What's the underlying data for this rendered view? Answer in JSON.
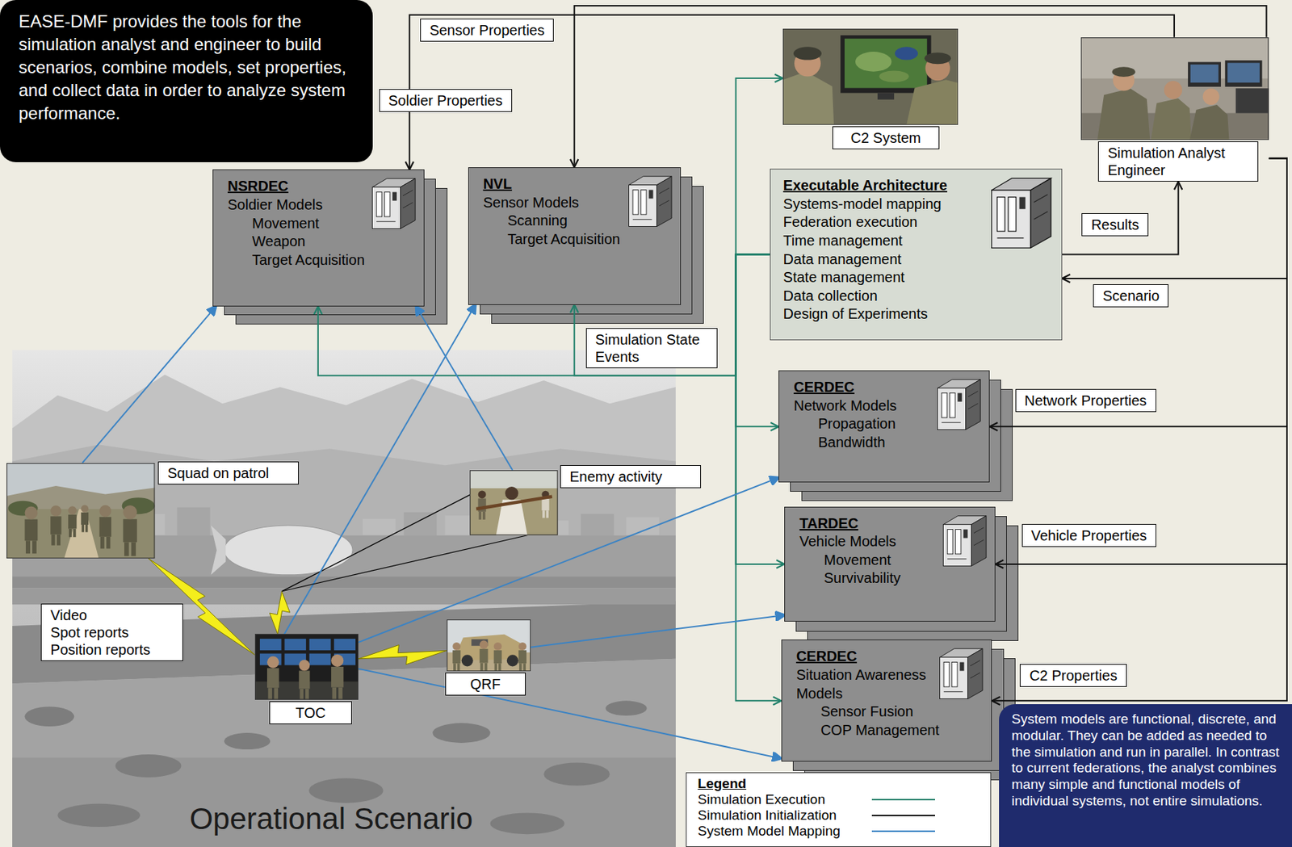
{
  "diagram": {
    "nodes": [
      {
        "text": [
          "EASE-DMF provides the tools for the simulation analyst and engineer to build scenarios, combine models, set properties, and collect data in order to analyze system performance."
        ]
      },
      {
        "text": [
          "NSRDEC",
          "Soldier Models",
          "Movement",
          "Weapon",
          "Target Acquisition"
        ]
      },
      {
        "text": [
          "NVL",
          "Sensor Models",
          "Scanning",
          "Target Acquisition"
        ]
      },
      {
        "text": [
          "C2 System"
        ]
      },
      {
        "text": [
          "Simulation Analyst Engineer"
        ]
      },
      {
        "text": [
          "Executable Architecture",
          "Systems-model mapping",
          "Federation execution",
          "Time management",
          "Data management",
          "State management",
          "Data collection",
          "Design of Experiments"
        ]
      },
      {
        "text": [
          "CERDEC",
          "Network Models",
          "Propagation",
          "Bandwidth"
        ]
      },
      {
        "text": [
          "TARDEC",
          "Vehicle Models",
          "Movement",
          "Survivability"
        ]
      },
      {
        "text": [
          "CERDEC",
          "Situation Awareness Models",
          "Sensor Fusion",
          "COP Management"
        ]
      },
      {
        "text": [
          "Squad on patrol"
        ]
      },
      {
        "text": [
          "Enemy activity"
        ]
      },
      {
        "text": [
          "TOC"
        ]
      },
      {
        "text": [
          "QRF"
        ]
      },
      {
        "text": [
          "System models are functional, discrete, and modular. They can be added as needed to the simulation and run in parallel. In contrast to current federations, the analyst combines many simple and functional models of individual systems, not entire simulations."
        ]
      }
    ],
    "edges": [
      {
        "from": 5,
        "to": 3,
        "arrow": "to"
      },
      {
        "from": 5,
        "to": 1,
        "arrow": "to"
      },
      {
        "from": 5,
        "to": 2,
        "label": "Simulation State Events",
        "arrow": "to"
      },
      {
        "from": 5,
        "to": 6,
        "arrow": "to"
      },
      {
        "from": 5,
        "to": 7,
        "arrow": "to"
      },
      {
        "from": 5,
        "to": 8,
        "arrow": "to"
      },
      {
        "from": 5,
        "to": 4,
        "label": "Results",
        "arrow": "to"
      },
      {
        "from": 4,
        "to": 5,
        "label": "Scenario",
        "arrow": "to"
      },
      {
        "from": 4,
        "to": 1,
        "label": "Soldier Properties",
        "arrow": "to"
      },
      {
        "from": 4,
        "to": 2,
        "label": "Sensor Properties",
        "arrow": "to"
      },
      {
        "from": 4,
        "to": 6,
        "label": "Network Properties",
        "arrow": "to"
      },
      {
        "from": 4,
        "to": 7,
        "label": "Vehicle Properties",
        "arrow": "to"
      },
      {
        "from": 4,
        "to": 8,
        "label": "C2 Properties",
        "arrow": "to"
      },
      {
        "from": 9,
        "to": 1,
        "arrow": "to"
      },
      {
        "from": 10,
        "to": 1,
        "arrow": "to"
      },
      {
        "from": 11,
        "to": 2,
        "arrow": "to"
      },
      {
        "from": 11,
        "to": 6,
        "arrow": "to"
      },
      {
        "from": 12,
        "to": 7,
        "arrow": "to"
      },
      {
        "from": 11,
        "to": 8,
        "arrow": "to"
      },
      {
        "from": 9,
        "to": 11,
        "arrow": "none"
      },
      {
        "from": 10,
        "to": 11,
        "arrow": "none"
      },
      {
        "from": 12,
        "to": 11,
        "arrow": "none"
      }
    ],
    "labels": [
      "Video",
      "Spot reports",
      "Position reports",
      "Operational Scenario",
      "Legend"
    ],
    "legend": [
      {
        "text": "Simulation Execution"
      },
      {
        "text": "Simulation Initialization"
      },
      {
        "text": "System Model Mapping"
      }
    ]
  }
}
